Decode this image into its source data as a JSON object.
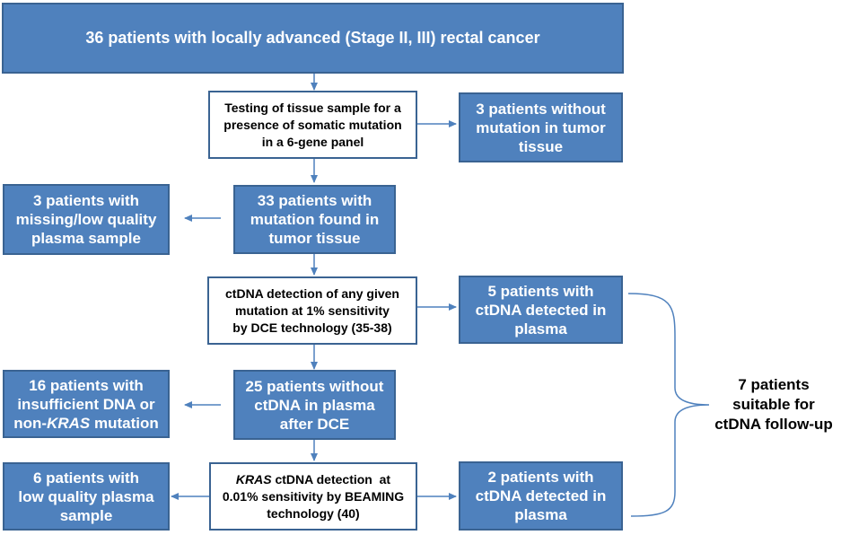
{
  "top_box": "36 patients with locally advanced (Stage II, III) rectal cancer",
  "step1_test": "Testing of tissue sample for a\npresence of somatic mutation\nin a 6-gene panel",
  "no_mutation": "3 patients without\nmutation in tumor\ntissue",
  "missing_plasma": "3 patients with\nmissing/low quality\nplasma sample",
  "mutation_found": "33 patients with\nmutation found in\ntumor tissue",
  "dce_test": "ctDNA detection of any given\nmutation at 1% sensitivity\nby DCE technology (35-38)",
  "dce_detected": "5 patients with\nctDNA detected in\nplasma",
  "insufficient": {
    "line1": "16 patients with",
    "line2": "insufficient DNA or",
    "line3_prefix": "non-",
    "line3_italic": "KRAS",
    "line3_suffix": " mutation"
  },
  "no_ctdna_after_dce": "25 patients without\nctDNA in plasma\nafter DCE",
  "low_quality": "6 patients with\nlow quality plasma\nsample",
  "beaming_test": {
    "line1_italic": "KRAS",
    "line1_suffix": " ctDNA detection  at",
    "line2": "0.01% sensitivity by BEAMING",
    "line3": "technology (40)"
  },
  "beaming_detected": "2 patients with\nctDNA detected in\nplasma",
  "followup": "7 patients\nsuitable for\nctDNA follow-up",
  "colors": {
    "box_fill": "#4f81bd",
    "box_border": "#3a6392",
    "arrow": "#4f81bd"
  }
}
